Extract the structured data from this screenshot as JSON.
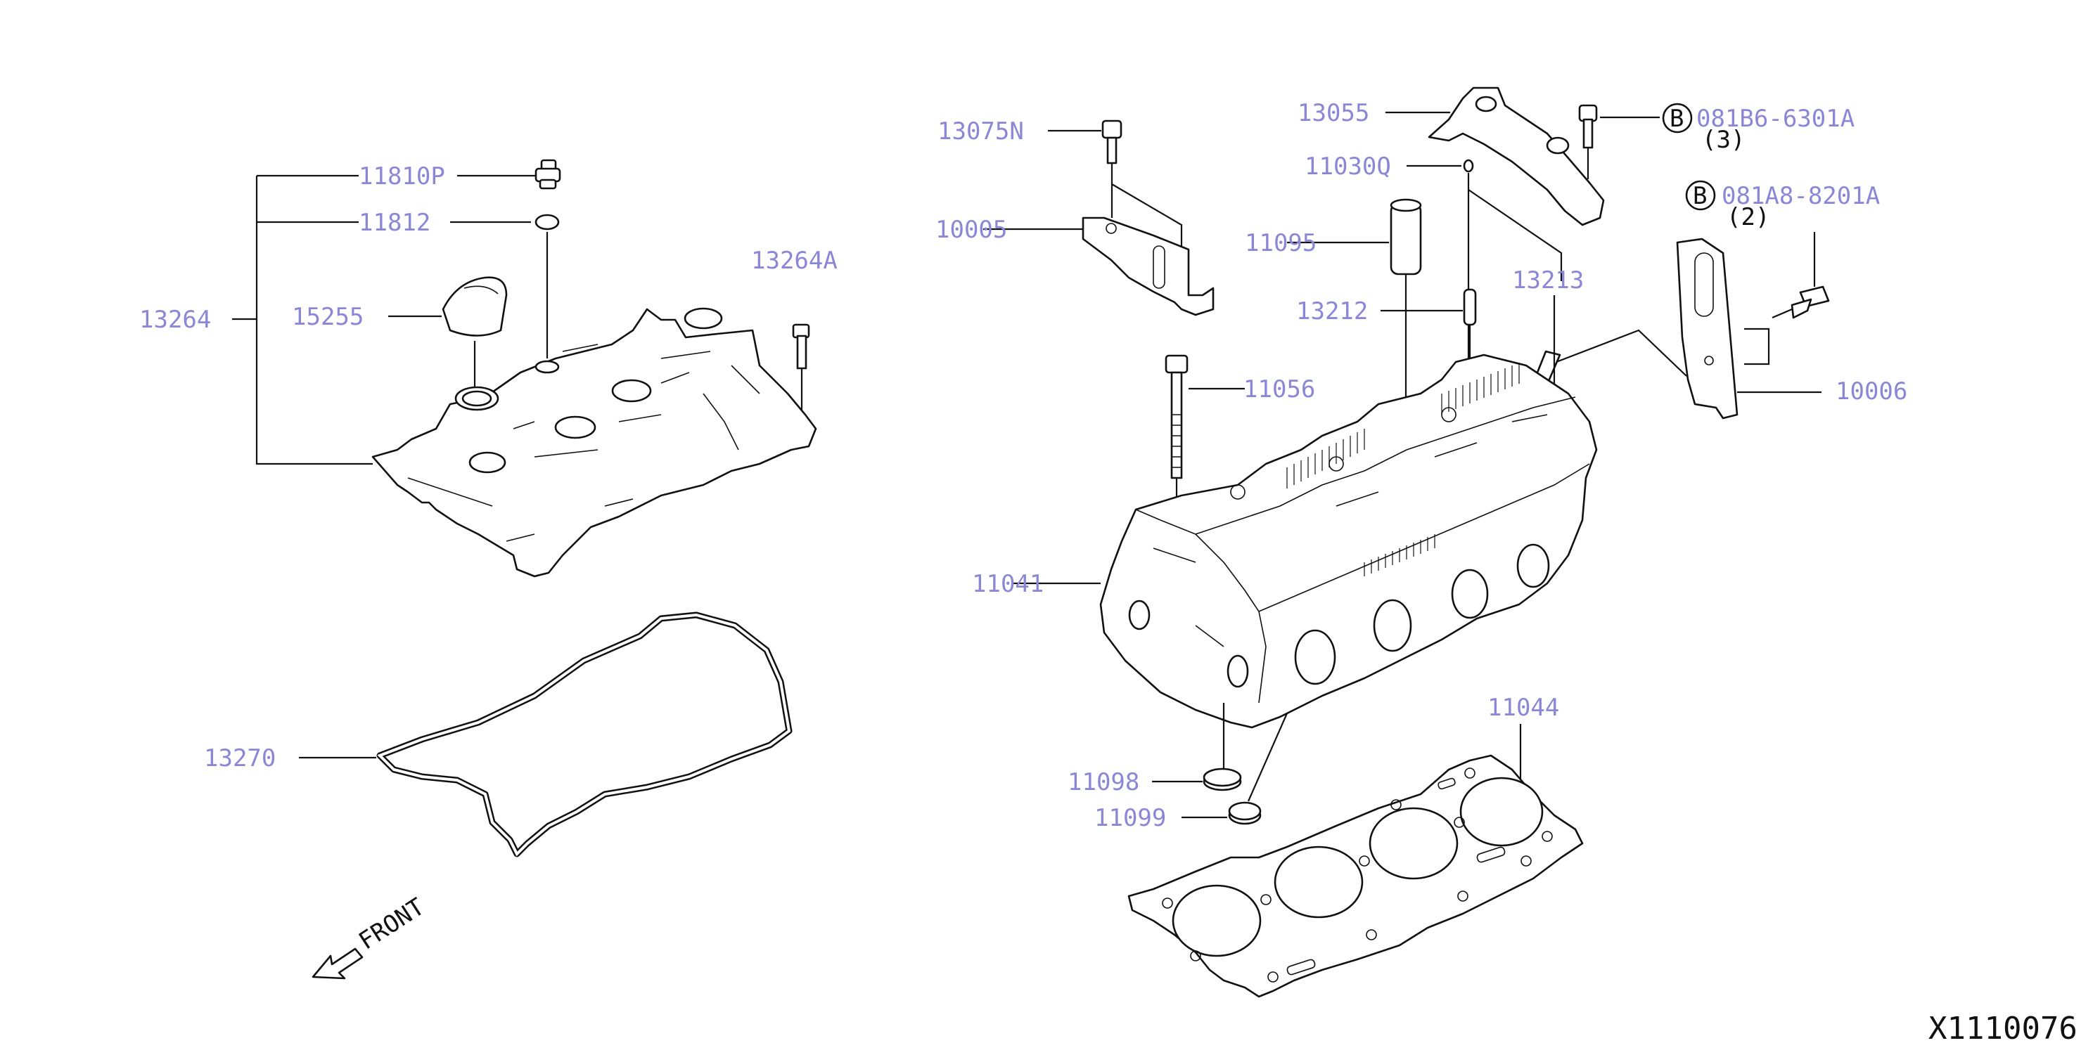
{
  "diagram_id": "X1110076",
  "front_label": "FRONT",
  "parts": {
    "p11810P": "11810P",
    "p11812": "11812",
    "p13264": "13264",
    "p15255": "15255",
    "p13264A": "13264A",
    "p13270": "13270",
    "p13075N": "13075N",
    "p10005": "10005",
    "p13055": "13055",
    "p11030Q": "11030Q",
    "p11095": "11095",
    "p13212": "13212",
    "p13213": "13213",
    "p11056": "11056",
    "p11041": "11041",
    "p11098": "11098",
    "p11099": "11099",
    "p11044": "11044",
    "p10006": "10006"
  },
  "bolts": [
    {
      "marker": "B",
      "code": "081B6-6301A",
      "qty": "(3)"
    },
    {
      "marker": "B",
      "code": "081A8-8201A",
      "qty": "(2)"
    }
  ]
}
